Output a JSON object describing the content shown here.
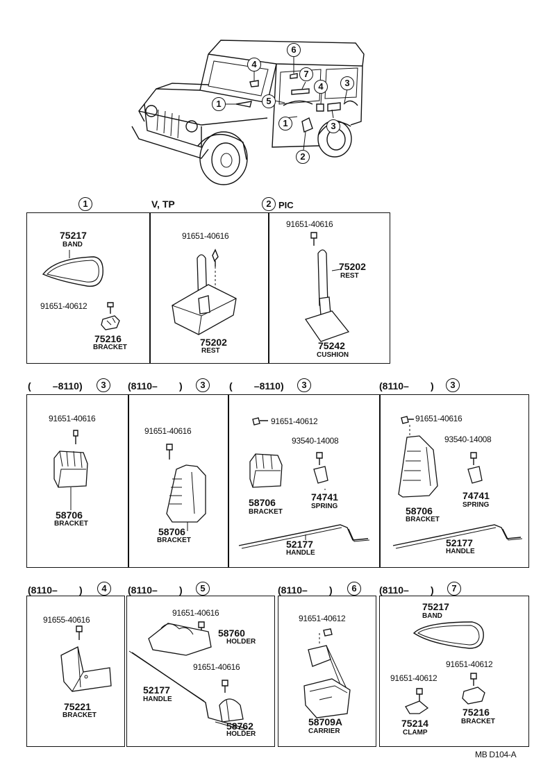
{
  "overview": {
    "callouts": [
      "4",
      "6",
      "7",
      "1",
      "5",
      "4",
      "3",
      "1",
      "3",
      "2"
    ]
  },
  "headers": {
    "p1": "1",
    "p2_variant": "V, TP",
    "p3": "2",
    "p3_variant": "PIC",
    "r2a": "( –8110)",
    "r2a_c": "3",
    "r2b": "(8110– )",
    "r2b_c": "3",
    "r2c": "( –8110)",
    "r2c_c": "3",
    "r2d": "(8110– )",
    "r2d_c": "3",
    "r3a": "(8110– )",
    "r3a_c": "4",
    "r3b": "(8110– )",
    "r3b_c": "5",
    "r3c": "(8110– )",
    "r3c_c": "6",
    "r3d": "(8110– )",
    "r3d_c": "7"
  },
  "parts": {
    "p1_band_no": "75217",
    "p1_band_nm": "BAND",
    "p1_bolt": "91651-40612",
    "p1_bracket_no": "75216",
    "p1_bracket_nm": "BRACKET",
    "p2_bolt": "91651-40616",
    "p2_rest_no": "75202",
    "p2_rest_nm": "REST",
    "p3_bolt": "91651-40616",
    "p3_rest_no": "75202",
    "p3_rest_nm": "REST",
    "p3_cush_no": "75242",
    "p3_cush_nm": "CUSHION",
    "r2a_bolt": "91651-40616",
    "r2a_br_no": "58706",
    "r2a_br_nm": "BRACKET",
    "r2b_bolt": "91651-40616",
    "r2b_br_no": "58706",
    "r2b_br_nm": "BRACKET",
    "r2c_bolt": "91651-40612",
    "r2c_bolt2": "93540-14008",
    "r2c_br_no": "58706",
    "r2c_br_nm": "BRACKET",
    "r2c_sp_no": "74741",
    "r2c_sp_nm": "SPRING",
    "r2c_h_no": "52177",
    "r2c_h_nm": "HANDLE",
    "r2d_bolt": "91651-40616",
    "r2d_bolt2": "93540-14008",
    "r2d_br_no": "58706",
    "r2d_br_nm": "BRACKET",
    "r2d_sp_no": "74741",
    "r2d_sp_nm": "SPRING",
    "r2d_h_no": "52177",
    "r2d_h_nm": "HANDLE",
    "r3a_bolt": "91655-40616",
    "r3a_br_no": "75221",
    "r3a_br_nm": "BRACKET",
    "r3b_bolt": "91651-40616",
    "r3b_hold_no": "58760",
    "r3b_hold_nm": "HOLDER",
    "r3b_h_no": "52177",
    "r3b_h_nm": "HANDLE",
    "r3b_bolt2": "91651-40616",
    "r3b_hold2_no": "58762",
    "r3b_hold2_nm": "HOLDER",
    "r3c_bolt": "91651-40612",
    "r3c_car_no": "58709A",
    "r3c_car_nm": "CARRIER",
    "r3d_band_no": "75217",
    "r3d_band_nm": "BAND",
    "r3d_bolt": "91651-40612",
    "r3d_bolt2": "91651-40612",
    "r3d_clamp_no": "75214",
    "r3d_clamp_nm": "CLAMP",
    "r3d_br_no": "75216",
    "r3d_br_nm": "BRACKET"
  },
  "footer": {
    "code": "MB D104-A"
  }
}
